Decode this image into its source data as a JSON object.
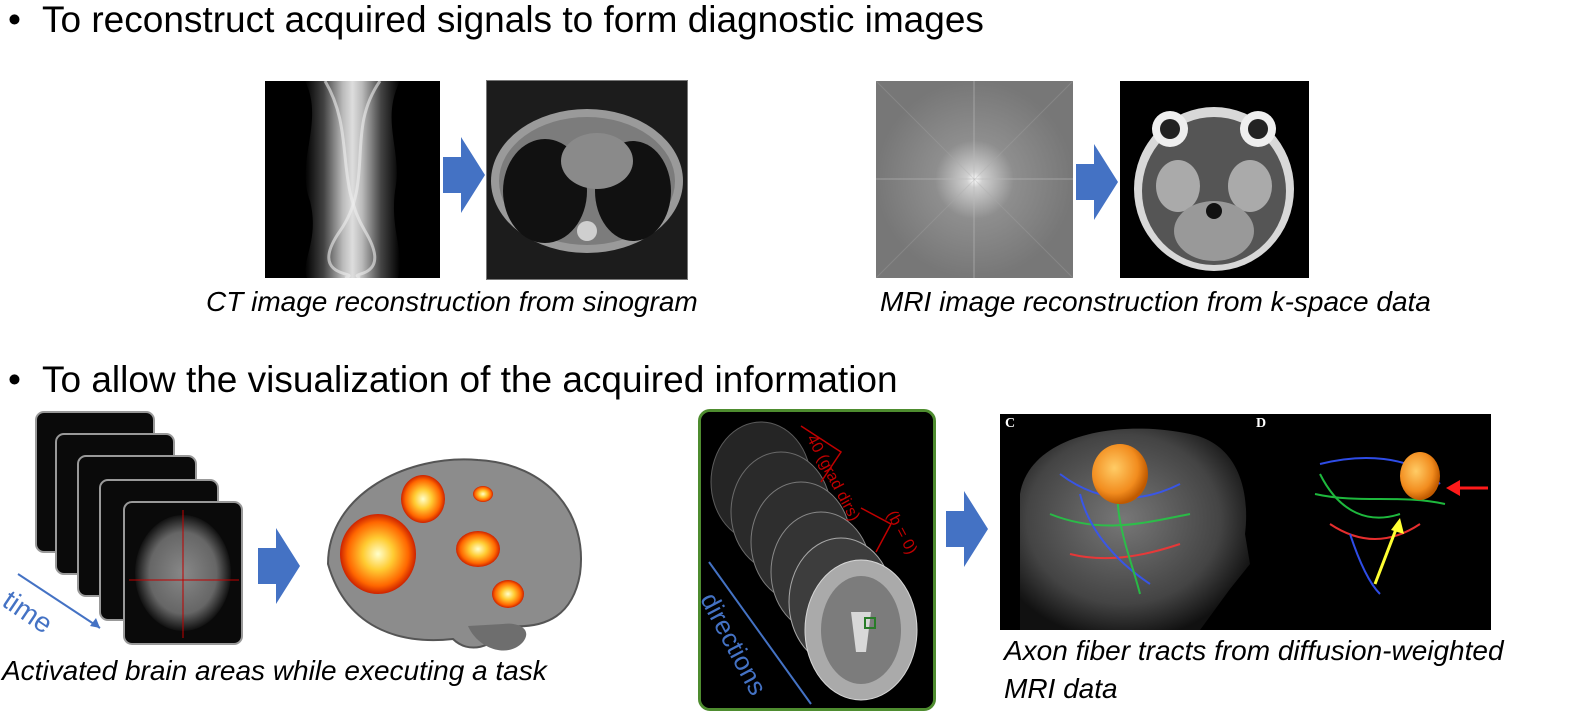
{
  "bullets": [
    {
      "text": "To reconstruct acquired signals to form diagnostic images"
    },
    {
      "text": "To allow the visualization of the acquired information"
    }
  ],
  "captions": {
    "ct": "CT image reconstruction from sinogram",
    "mri": "MRI image reconstruction from k-space data",
    "fmri": "Activated brain areas while executing a task",
    "dti_line1": "Axon fiber tracts from diffusion-weighted",
    "dti_line2": "MRI data"
  },
  "labels": {
    "time": "time",
    "directions": "directions",
    "grad_dirs": "40 (grad dirs)",
    "b0": "(b = 0)",
    "panel_c": "C",
    "panel_d": "D"
  },
  "colors": {
    "arrow_blue": "#4472c4",
    "green_frame": "#4e8c2f",
    "red_annot": "#c00000"
  }
}
